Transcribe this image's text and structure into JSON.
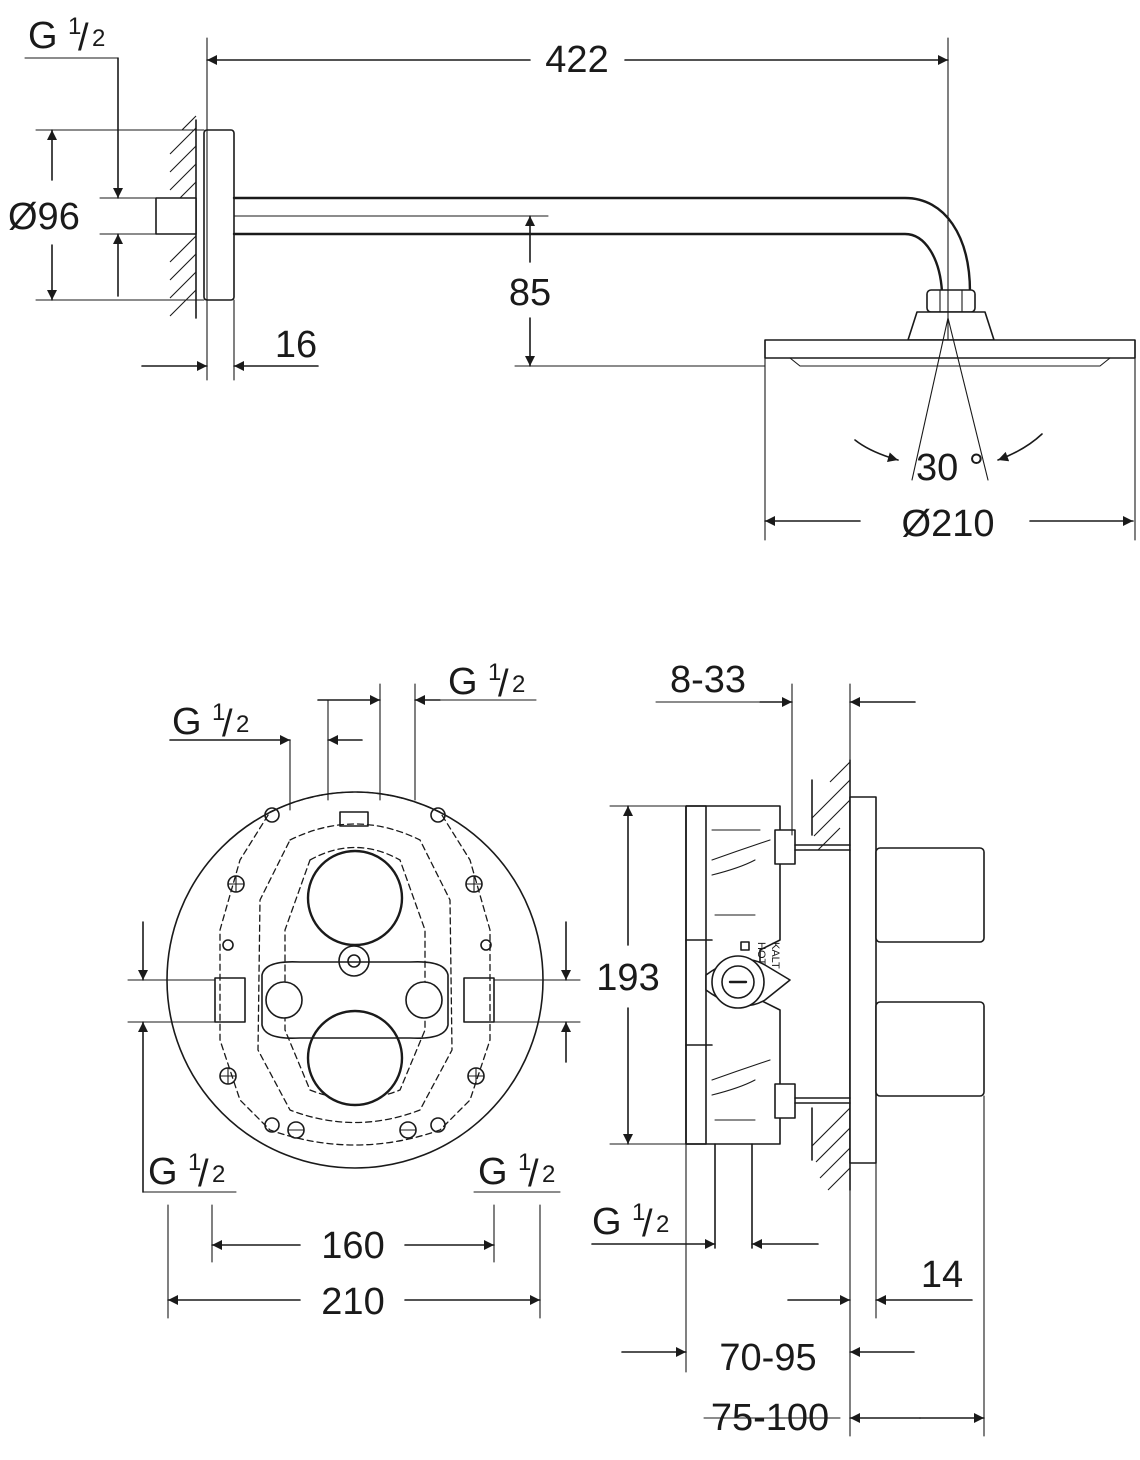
{
  "top_view": {
    "thread_label": {
      "main": "G",
      "num": "1",
      "den": "2"
    },
    "dim_length": "422",
    "dim_flange_diameter": "Ø96",
    "dim_drop": "85",
    "dim_flange_depth": "16",
    "dim_angle": "30 °",
    "dim_head_diameter": "Ø210"
  },
  "front_view": {
    "thread_top_right": {
      "main": "G",
      "num": "1",
      "den": "2"
    },
    "thread_top_left": {
      "main": "G",
      "num": "1",
      "den": "2"
    },
    "thread_bottom_left": {
      "main": "G",
      "num": "1",
      "den": "2"
    },
    "thread_bottom_right": {
      "main": "G",
      "num": "1",
      "den": "2"
    },
    "dim_inner_width": "160",
    "dim_outer_width": "210"
  },
  "side_view": {
    "dim_wall_adjust": "8-33",
    "dim_height": "193",
    "thread_bottom": {
      "main": "G",
      "num": "1",
      "den": "2"
    },
    "dim_plate": "14",
    "dim_depth_1": "70-95",
    "dim_depth_2": "75-100",
    "housing_marks": [
      "HOT",
      "KALT"
    ]
  }
}
